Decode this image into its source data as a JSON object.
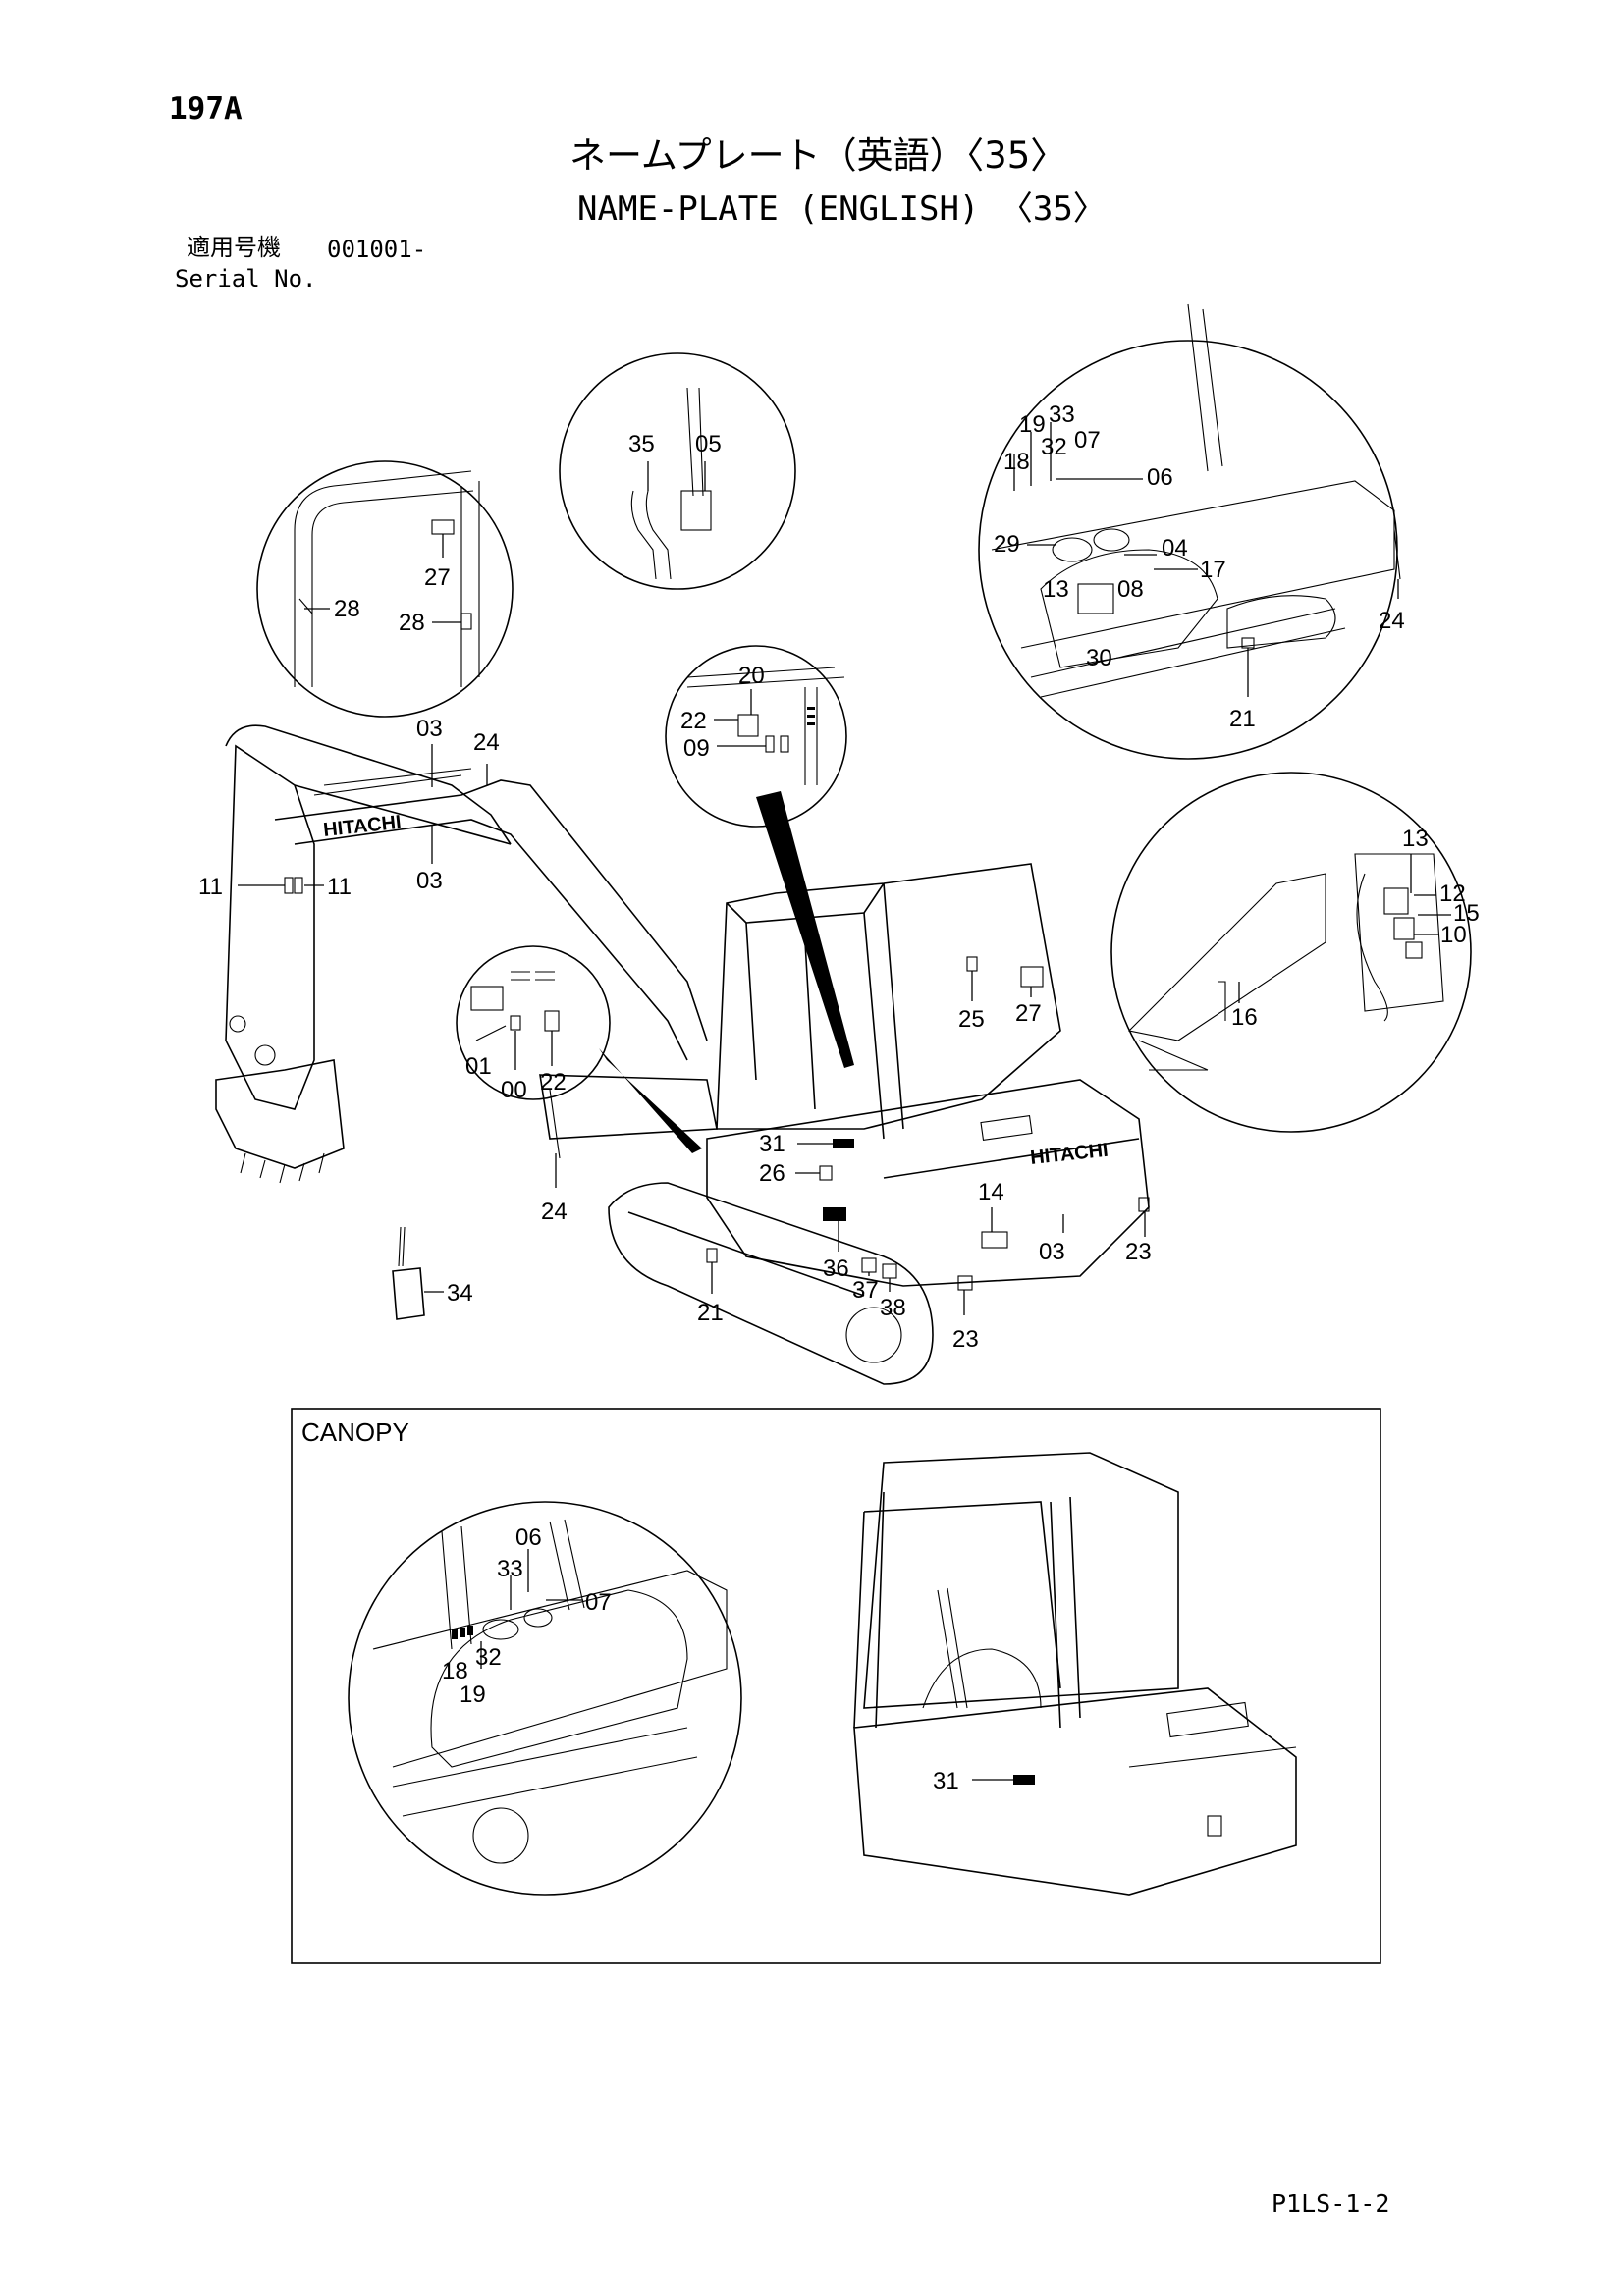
{
  "header": {
    "page_number": "197A",
    "title_jp": "ネームプレート（英語）〈35〉",
    "title_en": "NAME-PLATE (ENGLISH) 〈35〉",
    "serial_label_jp": "適用号機",
    "serial_value": "001001-",
    "serial_label_en": "Serial No."
  },
  "callouts": {
    "c35": "35",
    "c05": "05",
    "c27a": "27",
    "c28a": "28",
    "c28b": "28",
    "c18a": "18",
    "c19a": "19",
    "c33a": "33",
    "c32a": "32",
    "c07a": "07",
    "c06a": "06",
    "c29": "29",
    "c13a": "13",
    "c08": "08",
    "c04": "04",
    "c17": "17",
    "c30": "30",
    "c24a": "24",
    "c21a": "21",
    "c20": "20",
    "c22a": "22",
    "c09": "09",
    "c03a": "03",
    "c24b": "24",
    "c03b": "03",
    "c11a": "11",
    "c11b": "11",
    "c13b": "13",
    "c12": "12",
    "c15": "15",
    "c10": "10",
    "c16": "16",
    "c25": "25",
    "c27b": "27",
    "c01": "01",
    "c00": "00",
    "c22b": "22",
    "c31a": "31",
    "c26": "26",
    "c14": "14",
    "c03c": "03",
    "c23a": "23",
    "c24c": "24",
    "c34": "34",
    "c36": "36",
    "c37": "37",
    "c38": "38",
    "c21b": "21",
    "c23b": "23",
    "c06b": "06",
    "c33b": "33",
    "c07b": "07",
    "c18b": "18",
    "c32b": "32",
    "c19b": "19",
    "c31b": "31"
  },
  "decals": {
    "boom_brand": "HITACHI",
    "rear_brand": "HITACHI"
  },
  "canopy": {
    "label": "CANOPY"
  },
  "footer": {
    "code": "P1LS-1-2"
  }
}
